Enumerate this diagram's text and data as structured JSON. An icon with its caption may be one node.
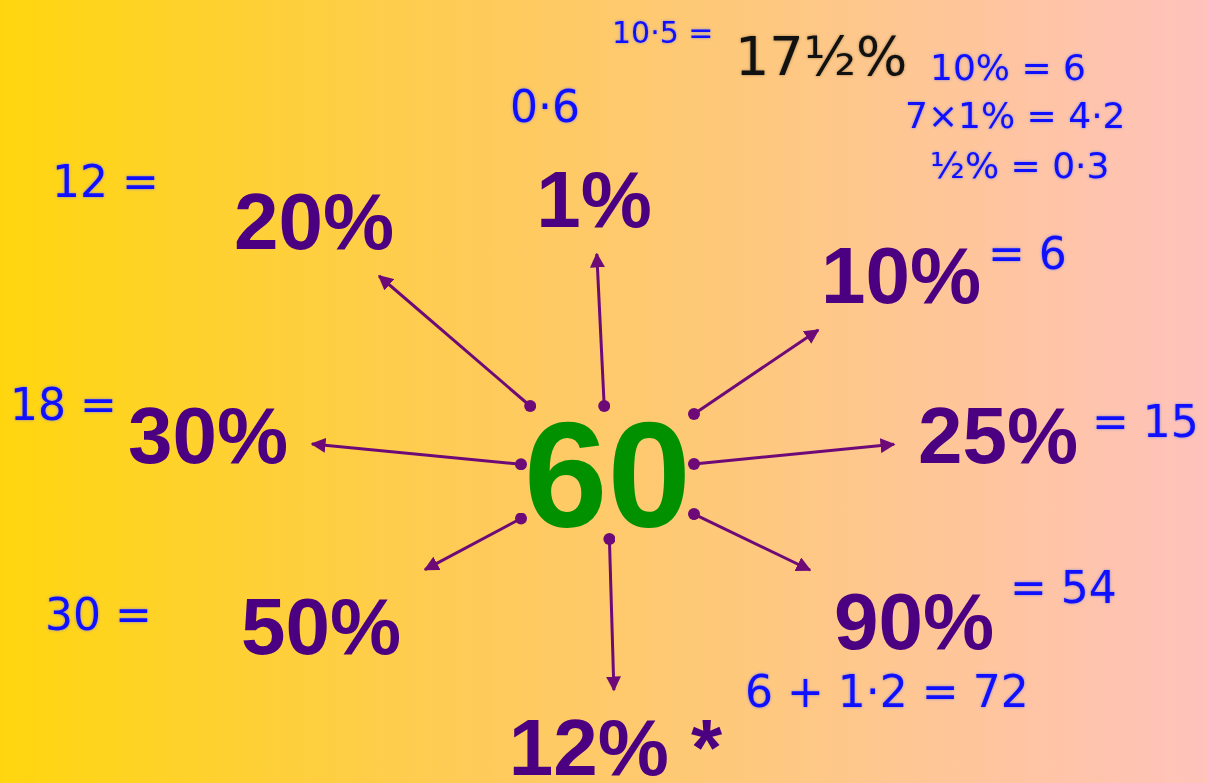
{
  "diagram": {
    "nodes": [
      {
        "text": [
          "60"
        ]
      },
      {
        "text": [
          "20%"
        ],
        "beside": [
          "12 ="
        ]
      },
      {
        "text": [
          "1%"
        ],
        "beside": [
          "0·6"
        ]
      },
      {
        "text": [
          "10%"
        ],
        "beside": [
          "= 6"
        ]
      },
      {
        "text": [
          "30%"
        ],
        "beside": [
          "18 ="
        ]
      },
      {
        "text": [
          "25%"
        ],
        "beside": [
          "= 15"
        ]
      },
      {
        "text": [
          "50%"
        ],
        "beside": [
          "30 ="
        ]
      },
      {
        "text": [
          "90%"
        ],
        "beside": [
          "= 54"
        ]
      },
      {
        "text": [
          "12% *"
        ],
        "beside": [
          "6 + 1·2 = 72"
        ]
      }
    ],
    "edges": [
      {
        "from": 0,
        "to": 1,
        "arrow": "to"
      },
      {
        "from": 0,
        "to": 2,
        "arrow": "to"
      },
      {
        "from": 0,
        "to": 3,
        "arrow": "to"
      },
      {
        "from": 0,
        "to": 4,
        "arrow": "to"
      },
      {
        "from": 0,
        "to": 5,
        "arrow": "to"
      },
      {
        "from": 0,
        "to": 6,
        "arrow": "to"
      },
      {
        "from": 0,
        "to": 8,
        "arrow": "to"
      },
      {
        "from": 0,
        "to": 7,
        "arrow": "to"
      }
    ],
    "labels": [
      "10·5 =",
      "17½%",
      "10% = 6",
      "7×1% = 4·2",
      "½% = 0·3"
    ]
  }
}
